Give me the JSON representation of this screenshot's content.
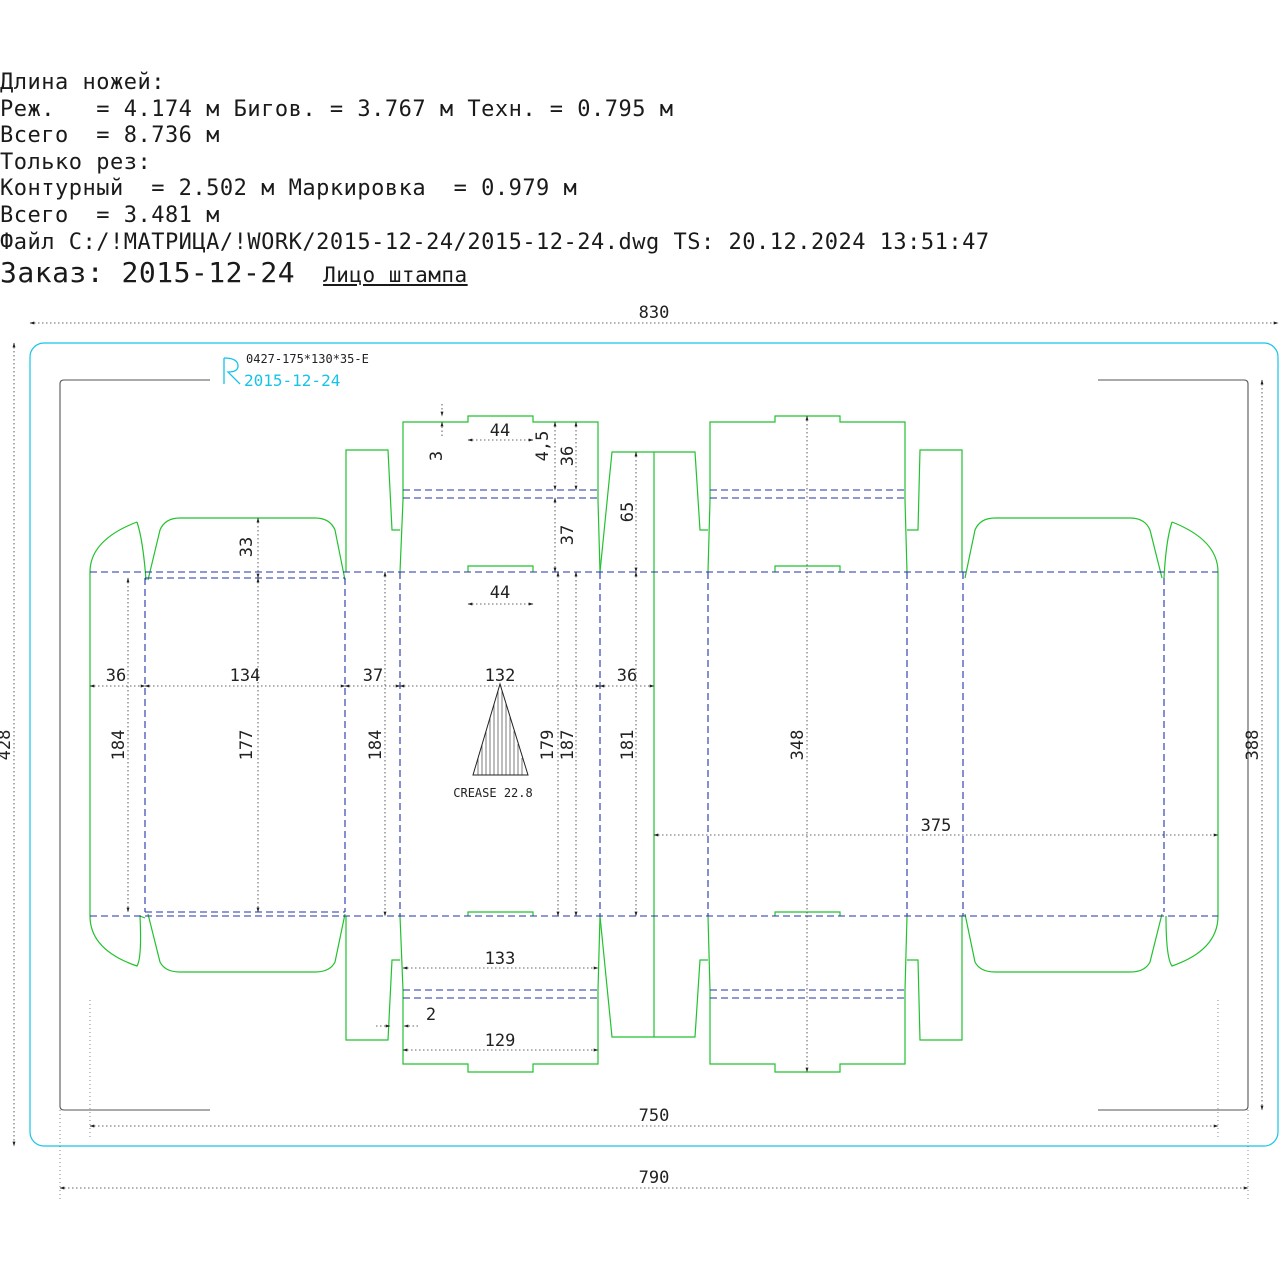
{
  "header": {
    "lines": [
      "Длина ножей:",
      "Реж.   = 4.174 м Бигов. = 3.767 м Техн. = 0.795 м",
      "Всего  = 8.736 м",
      "Только рез:",
      "Контурный  = 2.502 м Маркировка  = 0.979 м",
      "Всего  = 3.481 м",
      "Файл C:/!МАТРИЦА/!WORK/2015-12-24/2015-12-24.dwg TS: 20.12.2024 13:51:47"
    ],
    "order_label": "Заказ: 2015-12-24",
    "face_label": "Лицо штампа"
  },
  "stamp": {
    "code": "0427-175*130*35-E",
    "logo_text": "2015-12-24"
  },
  "colors": {
    "cut": "#22c22e",
    "crease": "#2233aa",
    "board": "#17c4e8",
    "dimension": "#333333"
  },
  "dimensions": {
    "overall_width": "830",
    "overall_height": "428",
    "inner_width": "750",
    "inner_height": "388",
    "frame_width": "790",
    "tuck_width_top": "44",
    "tuck_width_mid": "44",
    "lock_3": "3",
    "lock_4_5": "4,5",
    "flap_36_top": "36",
    "flap_37_top": "37",
    "flap_65": "65",
    "dust_flap_33": "33",
    "panel_36_left": "36",
    "panel_134": "134",
    "panel_37": "37",
    "panel_132": "132",
    "panel_36_right": "36",
    "height_184_left": "184",
    "height_177": "177",
    "height_184_mid": "184",
    "height_179": "179",
    "height_187": "187",
    "height_181": "181",
    "height_348": "348",
    "span_375": "375",
    "bottom_133": "133",
    "bottom_2": "2",
    "bottom_129": "129"
  },
  "crease_symbol": {
    "label": "CREASE 22.8"
  }
}
